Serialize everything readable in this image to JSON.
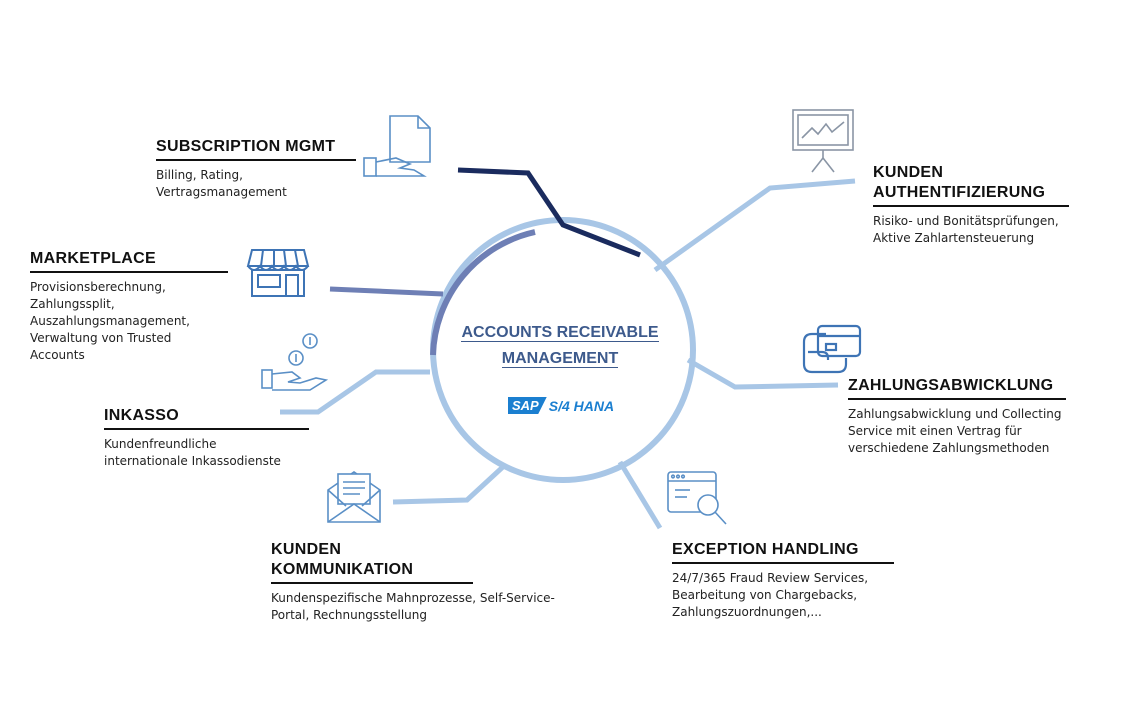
{
  "center": {
    "line1": "ACCOUNTS RECEIVABLE",
    "line2": "MANAGEMENT",
    "sap_logo": "SAP",
    "sap_product": "S/4 HANA"
  },
  "nodes": {
    "subscription": {
      "title": "SUBSCRIPTION MGMT",
      "lines": [
        "Billing, Rating,",
        "Vertragsmanagement"
      ],
      "icon": "document-hand-icon"
    },
    "marketplace": {
      "title": "MARKETPLACE",
      "lines": [
        "Provisionsberechnung,",
        "Zahlungssplit,",
        "Auszahlungsmanagement,",
        "Verwaltung von Trusted",
        "Accounts"
      ],
      "icon": "storefront-icon"
    },
    "inkasso": {
      "title": "INKASSO",
      "lines": [
        "Kundenfreundliche",
        "internationale Inkassodienste"
      ],
      "icon": "coins-hand-icon"
    },
    "kommunikation": {
      "title_line1": "KUNDEN",
      "title_line2": "KOMMUNIKATION",
      "lines": [
        "Kundenspezifische Mahnprozesse, Self-Service-",
        "Portal, Rechnungsstellung"
      ],
      "icon": "envelope-icon"
    },
    "exception": {
      "title": "EXCEPTION HANDLING",
      "lines": [
        "24/7/365 Fraud Review Services,",
        "Bearbeitung von Chargebacks,",
        "Zahlungszuordnungen,..."
      ],
      "icon": "browser-search-icon"
    },
    "zahlung": {
      "title": "ZAHLUNGSABWICKLUNG",
      "lines": [
        "Zahlungsabwicklung und Collecting",
        "Service mit einen Vertrag für",
        "verschiedene Zahlungsmethoden"
      ],
      "icon": "credit-card-icon"
    },
    "authentifizierung": {
      "title_line1": "KUNDEN",
      "title_line2": "AUTHENTIFIZIERUNG",
      "lines": [
        "Risiko- und Bonitätsprüfungen,",
        "Aktive Zahlartensteuerung"
      ],
      "icon": "presentation-chart-icon"
    }
  },
  "colors": {
    "light_blue": "#a8c6e6",
    "dark_navy": "#1a2b5e",
    "mid_blue": "#6e7fb5",
    "icon_blue": "#5a8fc6",
    "title_blue": "#3d5a8c",
    "sap_blue": "#1b7fd0"
  }
}
